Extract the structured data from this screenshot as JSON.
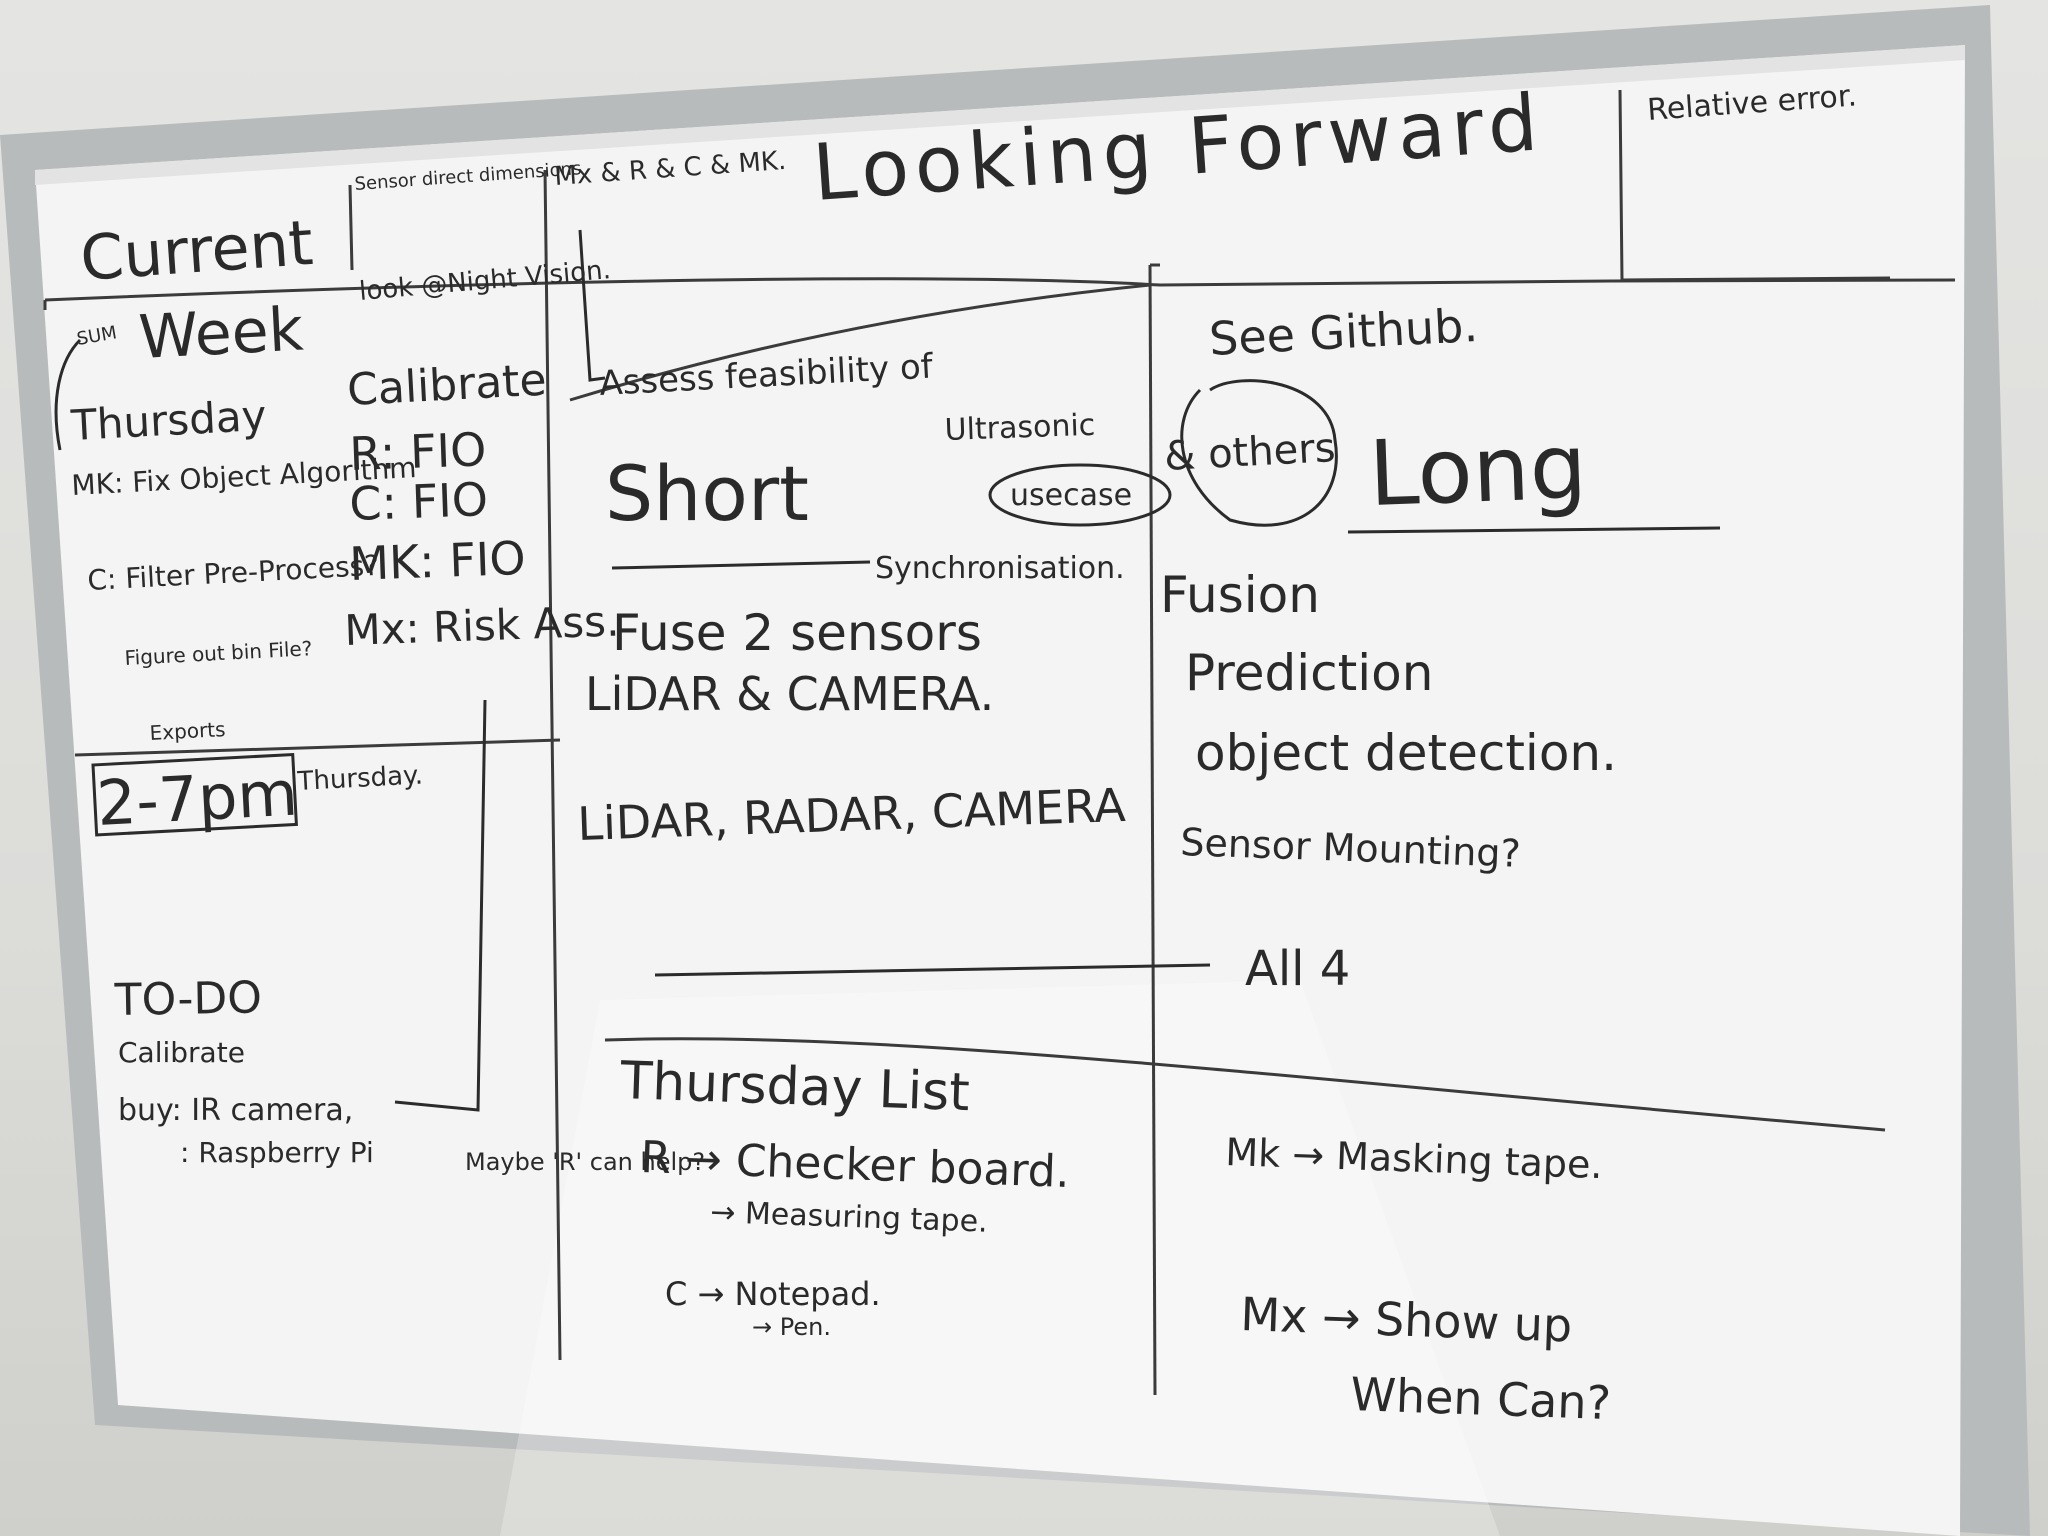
{
  "board": {
    "header": {
      "current": "Current",
      "sensor_dimensions": "Sensor direct dimensions",
      "assignment": "Mx & R & C & MK.",
      "looking_forward": "Looking Forward",
      "relative_error": "Relative error."
    },
    "week": {
      "sum": "SUM",
      "title": "Week",
      "thursday": "Thursday",
      "mk_task": "MK: Fix Object Algorithm",
      "c_task": "C: Filter Pre-Process?",
      "figure_out": "Figure out bin File?",
      "exports": "Exports"
    },
    "tasks": {
      "look_night": "look @Night Vision.",
      "calibrate": "Calibrate",
      "r_fio": "R: FIO",
      "c_fio": "C: FIO",
      "mk_fio": "MK: FIO",
      "mx_risk": "Mx: Risk Ass.",
      "small_note": "..."
    },
    "schedule": {
      "time": "2-7pm",
      "day": "Thursday."
    },
    "todo": {
      "title": "TO-DO",
      "items": [
        "Calibrate",
        "buy: IR camera,",
        ": Raspberry Pi"
      ],
      "maybe": "Maybe 'R' can help?"
    },
    "short": {
      "assess": "Assess feasibility of",
      "ultrasonic": "Ultrasonic",
      "usecase": "usecase",
      "title": "Short",
      "synchronisation": "Synchronisation.",
      "fuse": "Fuse 2 sensors",
      "lidar_camera": "LiDAR & CAMERA.",
      "lidar_radar_camera": "LiDAR, RADAR, CAMERA",
      "all4": "All 4"
    },
    "long": {
      "see_github": "See Github.",
      "others": "& others",
      "title": "Long",
      "fusion": "Fusion",
      "prediction": "Prediction",
      "object_detection": "object detection.",
      "sensor_mounting": "Sensor Mounting?"
    },
    "thursday_list": {
      "title": "Thursday List",
      "r_item": "R → Checker board.",
      "r_sub": "→ Measuring tape.",
      "c_item": "C → Notepad.",
      "c_sub": "→ Pen.",
      "mk_item": "Mk → Masking tape.",
      "mx_item": "Mx → Show up",
      "mx_sub": "When Can?"
    },
    "colors": {
      "board": "#f4f5f4",
      "frame": "#b9bcbd",
      "ink": "#2b2b2b"
    }
  }
}
